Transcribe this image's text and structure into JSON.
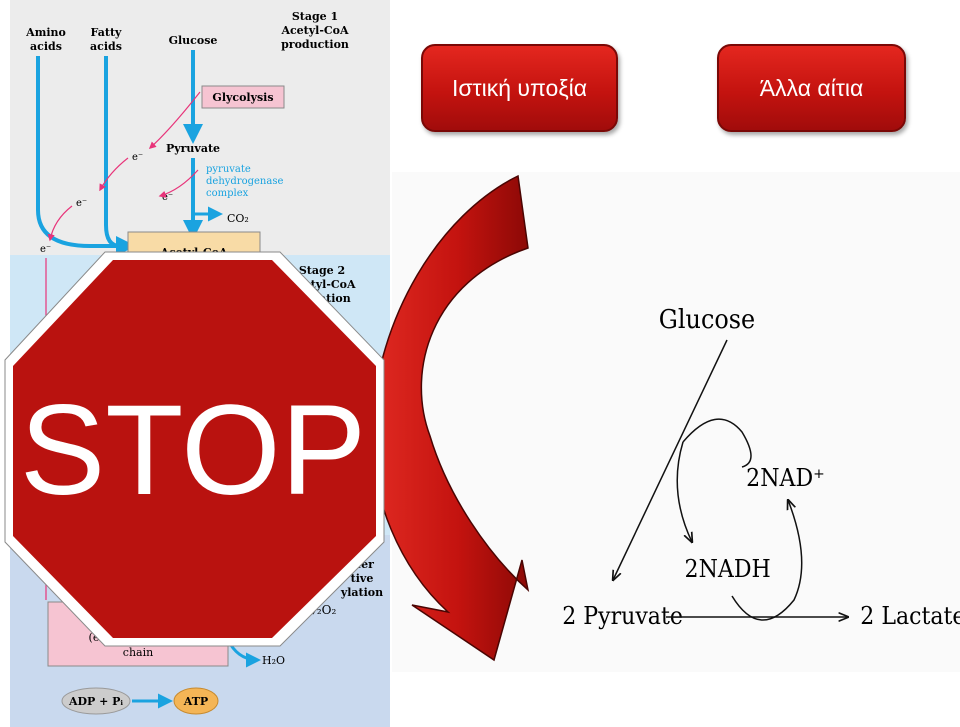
{
  "buttons": {
    "local_hypoxia": "Ιστική υποξία",
    "other_causes": "Άλλα αίτια"
  },
  "stop_sign": {
    "text": "STOP"
  },
  "pathway": {
    "amino_acids": [
      "Amino",
      "acids"
    ],
    "fatty_acids": [
      "Fatty",
      "acids"
    ],
    "glucose": "Glucose",
    "stage1": [
      "Stage 1",
      "Acetyl-CoA",
      "production"
    ],
    "glycolysis": "Glycolysis",
    "pyruvate": "Pyruvate",
    "pdh": [
      "pyruvate",
      "dehydrogenase",
      "complex"
    ],
    "co2": "CO₂",
    "electron": "e⁻",
    "acetyl_coa": "Acetyl-CoA",
    "stage2": [
      "Stage 2",
      "Acetyl-CoA",
      "oxidation"
    ],
    "stage3_partial": [
      "sfer",
      "tive",
      "ylation"
    ],
    "o2_partial": "½O₂",
    "etc": [
      "(electron-transfer",
      "chain"
    ],
    "h2o": "H₂O",
    "adp": "ADP + Pᵢ",
    "atp": "ATP"
  },
  "fermentation": {
    "glucose": "Glucose",
    "nad": "2NAD⁺",
    "nadh": "2NADH",
    "pyruvate": "2 Pyruvate",
    "lactate": "2 Lactate"
  },
  "colors": {
    "red": "#c4130f",
    "blue": "#1aa3e0",
    "pink": "#e8347a"
  }
}
